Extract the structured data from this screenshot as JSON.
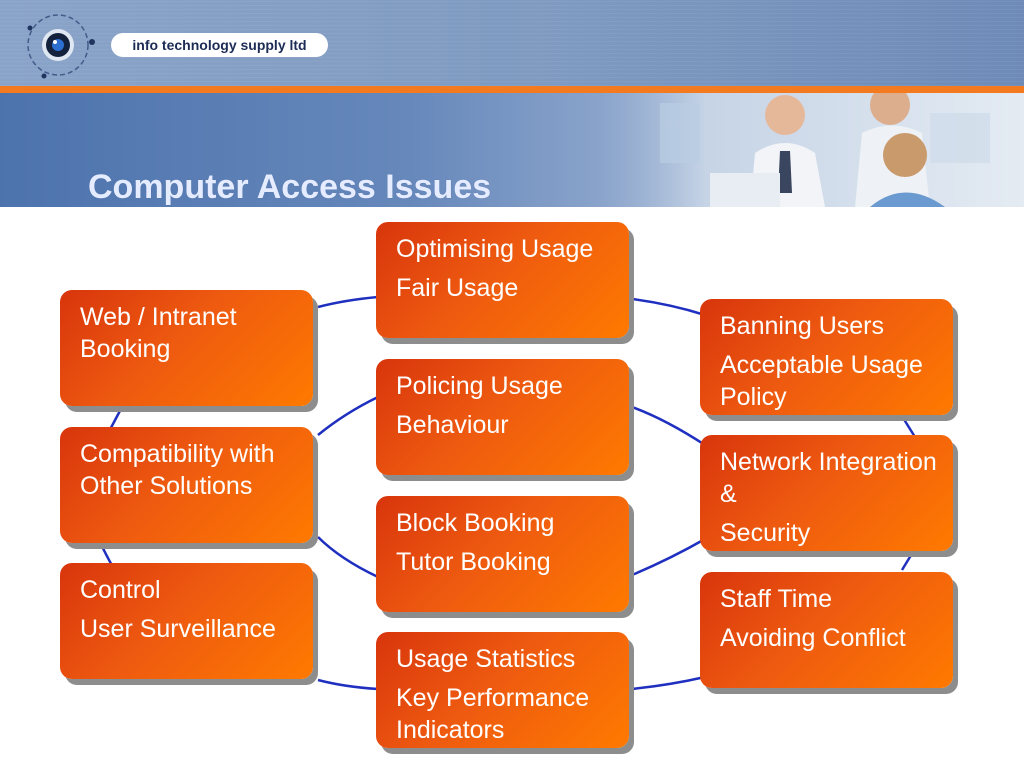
{
  "header": {
    "brand": "info technology supply ltd",
    "title": "Computer Access Issues"
  },
  "colors": {
    "box_fill": "#ee5a10",
    "connector": "#1f2fbf",
    "orange_stripe": "#f47a20",
    "title": "#e6ecff"
  },
  "icons": {
    "logo": "eye-orbit-icon"
  },
  "diagram": {
    "center": [
      {
        "lines": [
          "Optimising Usage",
          "Fair Usage"
        ]
      },
      {
        "lines": [
          "Policing Usage",
          "Behaviour"
        ]
      },
      {
        "lines": [
          "Block Booking",
          "Tutor Booking"
        ]
      },
      {
        "lines": [
          "Usage Statistics",
          "Key Performance Indicators"
        ]
      }
    ],
    "left": [
      {
        "lines": [
          "Web / Intranet Booking"
        ]
      },
      {
        "lines": [
          "Compatibility with Other Solutions"
        ]
      },
      {
        "lines": [
          "Control",
          "User Surveillance"
        ]
      }
    ],
    "right": [
      {
        "lines": [
          "Banning Users",
          "Acceptable Usage Policy"
        ]
      },
      {
        "lines": [
          "Network Integration &",
          "Security"
        ]
      },
      {
        "lines": [
          "Staff Time",
          "Avoiding Conflict"
        ]
      }
    ]
  }
}
